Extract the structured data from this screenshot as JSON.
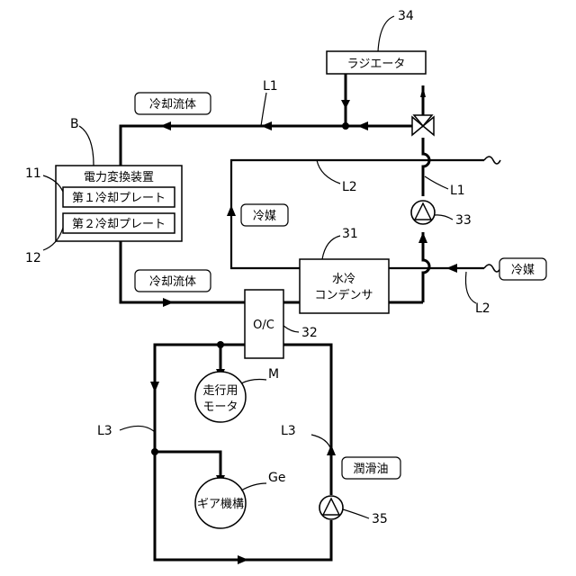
{
  "components": {
    "radiator": "ラジエータ",
    "power_converter": "電力変換装置",
    "plate1": "第１冷却プレート",
    "plate2": "第２冷却プレート",
    "water_condenser_line1": "水冷",
    "water_condenser_line2": "コンデンサ",
    "oc": "O/C",
    "motor_line1": "走行用",
    "motor_line2": "モータ",
    "gear": "ギア機構"
  },
  "fluids": {
    "coolant_top": "冷却流体",
    "coolant_bottom": "冷却流体",
    "refrigerant_inner": "冷媒",
    "refrigerant_outer": "冷媒",
    "lubricant": "潤滑油"
  },
  "refs": {
    "r34": "34",
    "rB": "B",
    "r11": "11",
    "r12": "12",
    "r31": "31",
    "r32": "32",
    "r33": "33",
    "r35": "35",
    "rM": "M",
    "rGe": "Ge",
    "L1_top": "L1",
    "L1_right": "L1",
    "L2_top": "L2",
    "L2_right": "L2",
    "L3_left": "L3",
    "L3_right": "L3"
  }
}
